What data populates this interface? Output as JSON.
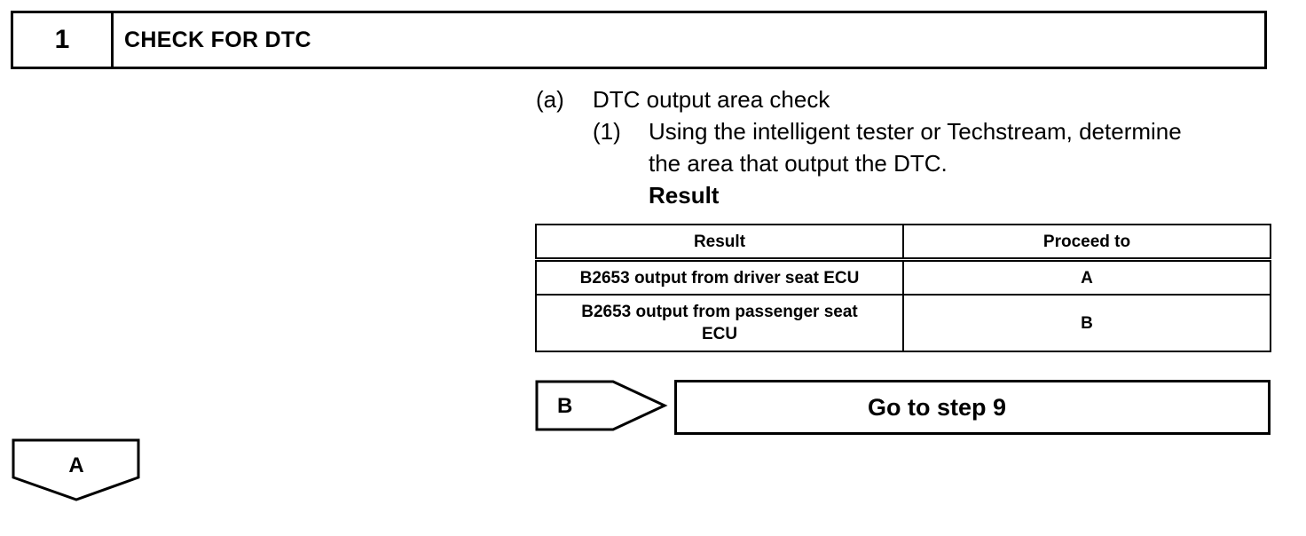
{
  "step": {
    "number": "1",
    "title": "CHECK FOR DTC"
  },
  "instructions": {
    "a_marker": "(a)",
    "a_text": "DTC output area check",
    "sub1_marker": "(1)",
    "sub1_line1": "Using the intelligent tester or Techstream, determine",
    "sub1_line2": "the area that output the DTC.",
    "result_heading": "Result"
  },
  "result_table": {
    "headers": [
      "Result",
      "Proceed to"
    ],
    "rows": [
      {
        "result": "B2653 output from driver seat ECU",
        "proceed": "A"
      },
      {
        "result_line1": "B2653 output from passenger seat",
        "result_line2": "ECU",
        "proceed": "B"
      }
    ]
  },
  "flow": {
    "b_label": "B",
    "goto_text": "Go to step 9",
    "a_label": "A"
  }
}
